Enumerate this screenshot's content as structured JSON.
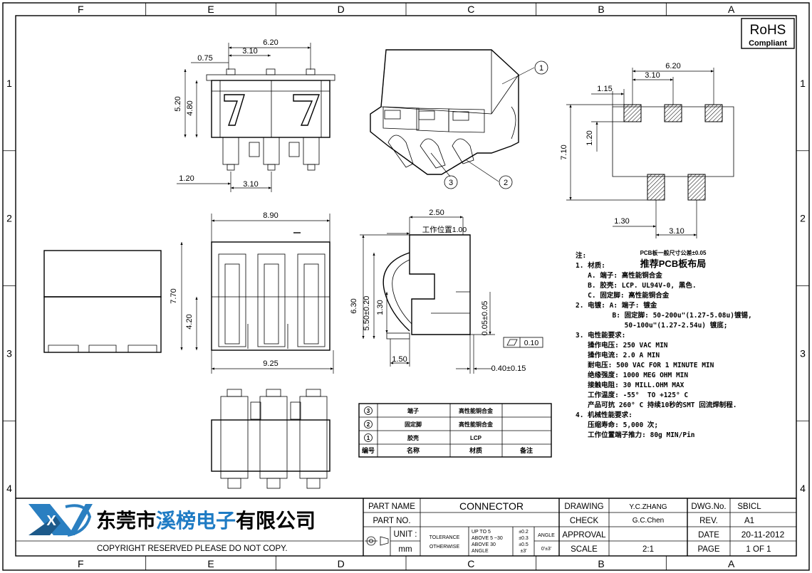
{
  "border": {
    "cols": [
      "F",
      "E",
      "D",
      "C",
      "B",
      "A"
    ],
    "rows": [
      "1",
      "2",
      "3",
      "4"
    ]
  },
  "rohs": {
    "line1": "RoHS",
    "line2": "Compliant"
  },
  "dims": {
    "d620_top": "6.20",
    "d310_top": "3.10",
    "d075": "0.75",
    "d520": "5.20",
    "d480": "4.80",
    "d120_left": "1.20",
    "d310_bot": "3.10",
    "d890": "8.90",
    "d925": "9.25",
    "d770": "7.70",
    "d420": "4.20",
    "d250": "2.50",
    "work_pos": "工作位置1.00",
    "d630": "6.30",
    "d550": "5.50±0.20",
    "d130": "1.30",
    "d005": "0.05±0.05",
    "d150": "1.50",
    "d040": "0.40±0.15",
    "flat": "0.10",
    "pcb620": "6.20",
    "pcb310": "3.10",
    "pcb115": "1.15",
    "pcb710": "7.10",
    "pcb120": "1.20",
    "pcb130": "1.30",
    "pcb310b": "3.10"
  },
  "callouts": {
    "c1": "1",
    "c2": "2",
    "c3": "3"
  },
  "pcb_title": "推荐PCB板布局",
  "pcb_note": "PCB板一般尺寸公差±0.05",
  "notes": [
    "注:",
    "1. 材质:",
    "   A. 端子: 高性能铜合金",
    "   B. 胶壳: LCP. UL94V-0, 黑色.",
    "   C. 固定脚: 高性能铜合金",
    "2. 电镀: A: 端子: 镀金",
    "         B: 固定脚: 50-200u\"(1.27-5.08u)镀锡,",
    "            50-100u\"(1.27-2.54u) 镀底;",
    "3. 电性能要求:",
    "   操作电压: 250 VAC MIN",
    "   操作电流: 2.0 A MIN",
    "   耐电压: 500 VAC FOR 1 MINUTE MIN",
    "   绝缘强度: 1000 MEG OHM MIN",
    "   接触电阻: 30 MILL.OHM MAX",
    "   工作温度: -55°  TO +125° C",
    "   产品可抗 260° C 持续10秒的SMT 回流焊制程.",
    "4. 机械性能要求:",
    "   压缩寿命: 5,000 次;",
    "   工作位置端子推力: 80g MIN/Pin"
  ],
  "bom": [
    {
      "no": "3",
      "name": "端子",
      "material": "高性能铜合金",
      "remark": ""
    },
    {
      "no": "2",
      "name": "固定脚",
      "material": "高性能铜合金",
      "remark": ""
    },
    {
      "no": "1",
      "name": "胶壳",
      "material": "LCP",
      "remark": ""
    }
  ],
  "bom_header": {
    "no": "编号",
    "name": "名称",
    "material": "材质",
    "remark": "备注"
  },
  "company": "东莞市溪榜电子有限公司",
  "company_highlight": "溪榜电子",
  "copyright": "COPYRIGHT  RESERVED PLEASE  DO  NOT  COPY.",
  "title_block": {
    "part_name_label": "PART NAME",
    "part_name": "CONNECTOR",
    "part_no_label": "PART NO.",
    "part_no": "",
    "unit_label": "UNIT :",
    "unit": "mm",
    "tol_label1": "TOLERANCE",
    "tol_label2": "OTHERWISE",
    "tol_ranges": [
      "UP TO 5",
      "ABOVE 5 ~30",
      "ABOVE 30",
      "ANGLE"
    ],
    "tol_values": [
      "±0.2",
      "±0.3",
      "±0.5",
      "±3'"
    ],
    "angle_label": "ANGLE",
    "angle_value": "0'±3'",
    "drawing_label": "DRAWING",
    "drawing": "Y.C.ZHANG",
    "check_label": "CHECK",
    "check": "G.C.Chen",
    "approval_label": "APPROVAL",
    "approval": "",
    "scale_label": "SCALE",
    "scale": "2:1",
    "dwg_label": "DWG.No.",
    "dwg": "SBICL",
    "rev_label": "REV.",
    "rev": "A1",
    "date_label": "DATE",
    "date": "20-11-2012",
    "page_label": "PAGE",
    "page": "1  OF  1"
  }
}
